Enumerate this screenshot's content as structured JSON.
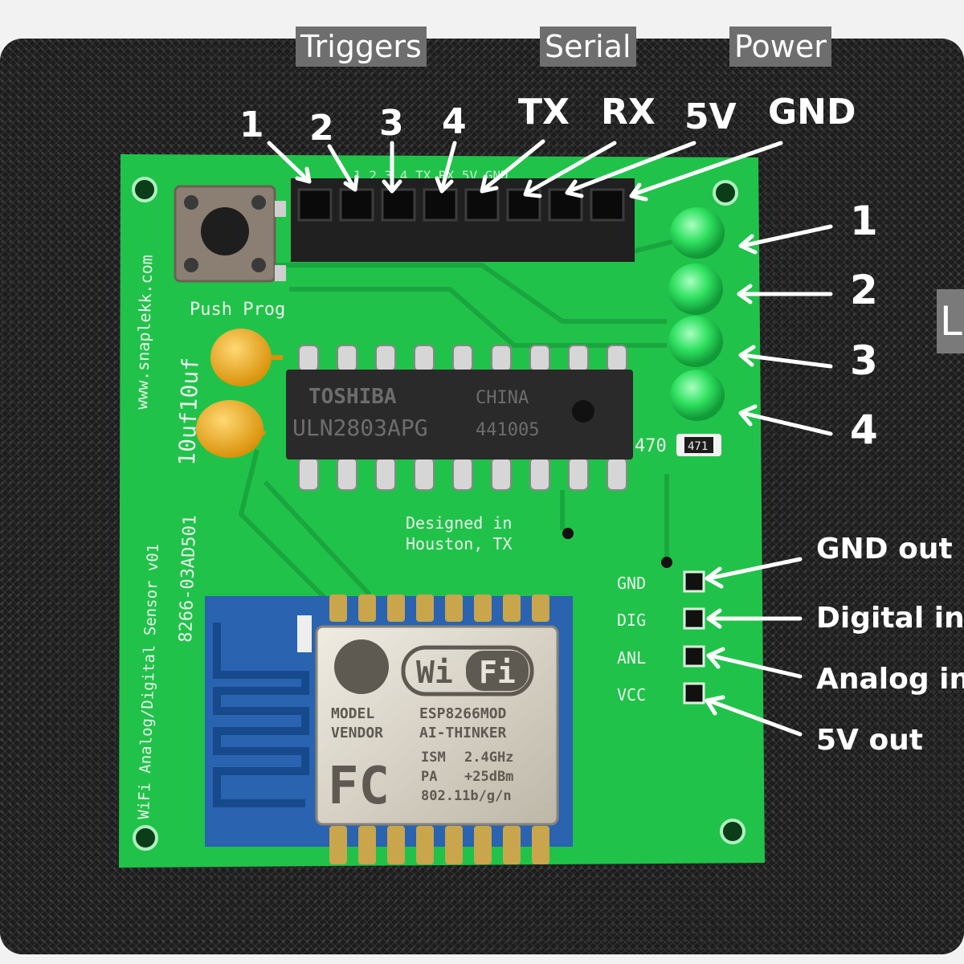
{
  "group_labels": {
    "triggers": "Triggers",
    "serial": "Serial",
    "power": "Power"
  },
  "header_pins": {
    "t1": "1",
    "t2": "2",
    "t3": "3",
    "t4": "4",
    "tx": "TX",
    "rx": "RX",
    "v5": "5V",
    "gnd": "GND"
  },
  "led_labels": {
    "l1": "1",
    "l2": "2",
    "l3": "3",
    "l4": "4"
  },
  "io_labels": {
    "gnd_out": "GND out",
    "digital_in": "Digital inp",
    "analog_in": "Analog in",
    "v5_out": "5V out"
  },
  "cut_off_label": "L",
  "pcb": {
    "website": "www.snaplekk.com",
    "board_name": "WiFi Analog/Digital Sensor v01",
    "board_id": "8266-03AD501",
    "cap_label": "10uf10uf",
    "button_label": "Push Prog",
    "designed": "Designed in",
    "location": "Houston, TX",
    "resistor_silk": "470",
    "resistor_code": "471",
    "pad_gnd": "GND",
    "pad_dig": "DIG",
    "pad_anl": "ANL",
    "pad_vcc": "VCC",
    "header_silk": "1 2 3 4 TX RX 5V GND"
  },
  "chip": {
    "brand": "TOSHIBA",
    "origin": "CHINA",
    "part": "ULN2803APG",
    "lot": "441005"
  },
  "esp_module": {
    "wifi_left": "Wi",
    "wifi_right": "Fi",
    "fcc": "FC",
    "model_key": "MODEL",
    "model_val": "ESP8266MOD",
    "vendor_key": "VENDOR",
    "vendor_val": "AI-THINKER",
    "ism_key": "ISM",
    "ism_val": "2.4GHz",
    "pa_key": "PA",
    "pa_val": "+25dBm",
    "proto": "802.11b/g/n"
  },
  "colors": {
    "pcb": "#21c24a",
    "silk": "#e8f5ea",
    "led": "#2fe05f",
    "capacitor": "#f3b014",
    "module": "#2a63b0",
    "annotation": "#ffffff"
  }
}
